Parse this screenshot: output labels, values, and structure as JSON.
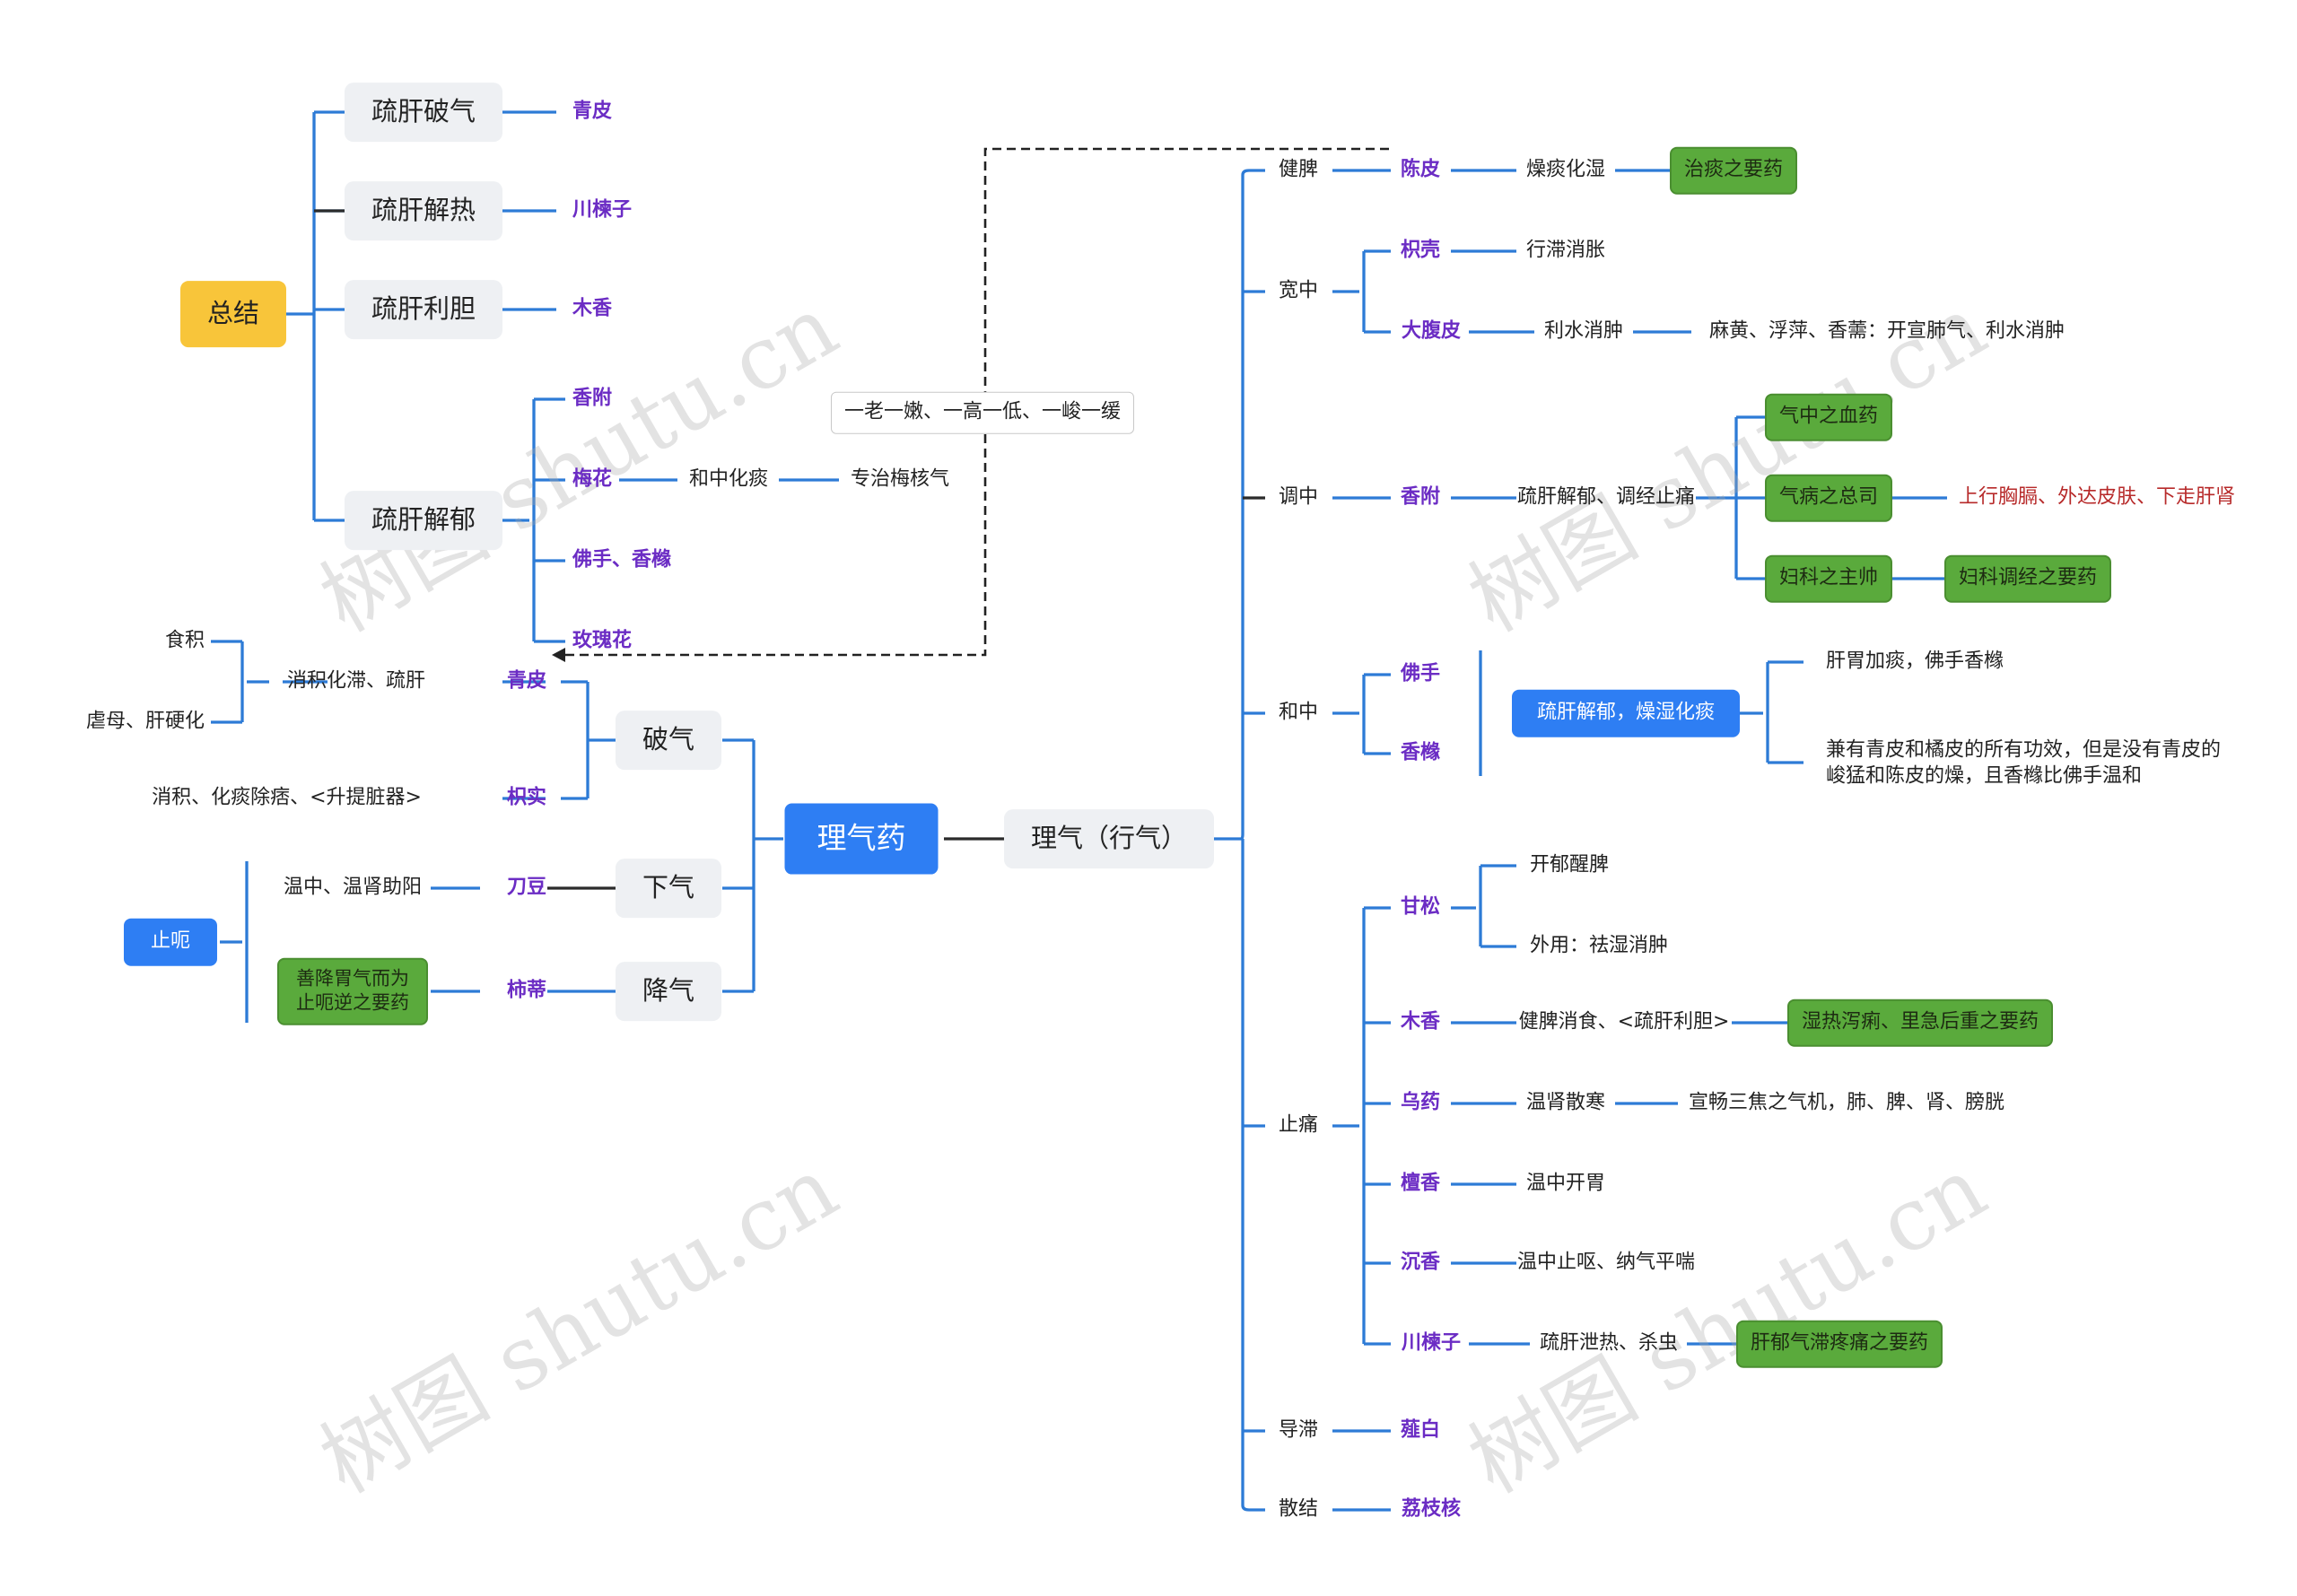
{
  "root": "理气药",
  "right": {
    "title": "理气（行气）",
    "jianpi": {
      "label": "健脾",
      "herb": "陈皮",
      "effect": "燥痰化湿",
      "note": "治痰之要药"
    },
    "kuanzhong": {
      "label": "宽中",
      "herb1": "枳壳",
      "effect1": "行滞消胀",
      "herb2": "大腹皮",
      "effect2": "利水消肿",
      "note2": "麻黄、浮萍、香薷：开宣肺气、利水消肿"
    },
    "tiaozhong": {
      "label": "调中",
      "herb": "香附",
      "effect": "疏肝解郁、调经止痛",
      "n1": "气中之血药",
      "n2": "气病之总司",
      "n2a": "上行胸膈、外达皮肤、下走肝肾",
      "n3": "妇科之主帅",
      "n3a": "妇科调经之要药"
    },
    "hezhong": {
      "label": "和中",
      "herb1": "佛手",
      "herb2": "香橼",
      "effect": "疏肝解郁，燥湿化痰",
      "note1": "肝胃加痰，佛手香橼",
      "note2a": "兼有青皮和橘皮的所有功效，但是没有青皮的",
      "note2b": "峻猛和陈皮的燥，且香橼比佛手温和"
    },
    "zhitong": {
      "label": "止痛",
      "gs": "甘松",
      "gs1": "开郁醒脾",
      "gs2": "外用：祛湿消肿",
      "mx": "木香",
      "mx1": "健脾消食、<疏肝利胆>",
      "mx2": "湿热泻痢、里急后重之要药",
      "wy": "乌药",
      "wy1": "温肾散寒",
      "wy2": "宣畅三焦之气机，肺、脾、肾、膀胱",
      "tx": "檀香",
      "tx1": "温中开胃",
      "cx": "沉香",
      "cx1": "温中止呕、纳气平喘",
      "cl": "川楝子",
      "cl1": "疏肝泄热、杀虫",
      "cl2": "肝郁气滞疼痛之要药"
    },
    "daozhi": {
      "label": "导滞",
      "herb": "薤白"
    },
    "sanjie": {
      "label": "散结",
      "herb": "荔枝核"
    }
  },
  "summary": {
    "label": "总结",
    "b1": "疏肝破气",
    "b1h": "青皮",
    "b2": "疏肝解热",
    "b2h": "川楝子",
    "b3": "疏肝利胆",
    "b3h": "木香",
    "b4": "疏肝解郁",
    "b4h1": "香附",
    "b4h2": "梅花",
    "b4h2a": "和中化痰",
    "b4h2b": "专治梅核气",
    "b4h3": "佛手、香橼",
    "b4h4": "玫瑰花",
    "note": "一老一嫩、一高一低、一峻一缓"
  },
  "poqi": {
    "label": "破气",
    "qp": "青皮",
    "qp1": "消积化滞、疏肝",
    "qp2": "食积",
    "qp3": "虐母、肝硬化",
    "zs": "枳实",
    "zs1": "消积、化痰除痞、<升提脏器>"
  },
  "xiaqi": {
    "label": "下气",
    "herb": "刀豆",
    "effect": "温中、温肾助阳"
  },
  "jiangqi": {
    "label": "降气",
    "herb": "柿蒂",
    "effect": "善降胃气而为止呃逆之要药"
  },
  "zhie": "止呃",
  "watermark": "树图 shutu.cn"
}
